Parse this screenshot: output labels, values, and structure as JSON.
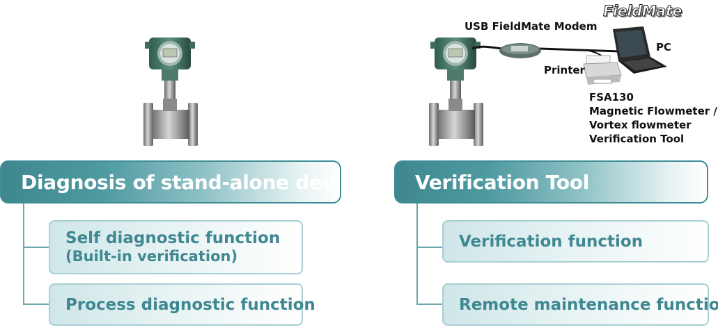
{
  "left_panel": {
    "header": "Diagnosis of stand-alone device",
    "items": [
      {
        "line1": "Self diagnostic function",
        "line2": "(Built-in verification)"
      },
      {
        "line1": "Process diagnostic function"
      }
    ]
  },
  "right_panel": {
    "header": "Verification Tool",
    "items": [
      {
        "line1": "Verification function"
      },
      {
        "line1": "Remote maintenance function"
      }
    ],
    "diagram": {
      "logo": "FieldMate",
      "modem_label": "USB FieldMate Modem",
      "pc_label": "PC",
      "printer_label": "Printer",
      "tool_label_lines": [
        "FSA130",
        "Magnetic Flowmeter /",
        "Vortex flowmeter",
        "Verification Tool"
      ]
    }
  },
  "colors": {
    "teal_dark": "#3f878f",
    "teal_light": "#a8cfd3",
    "teal_text": "#3f8891"
  },
  "icons": [
    "vortex-flowmeter-icon",
    "usb-modem-icon",
    "laptop-pc-icon",
    "printer-icon"
  ]
}
